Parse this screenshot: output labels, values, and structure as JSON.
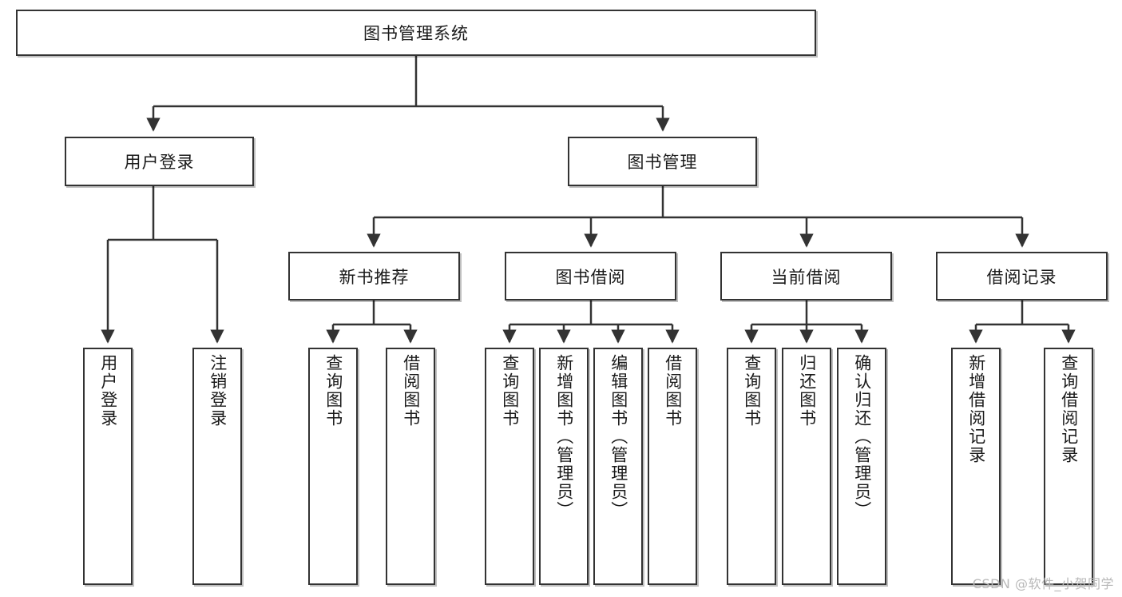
{
  "diagram": {
    "title_node": {
      "label": "图书管理系统"
    },
    "level2": [
      {
        "id": "user-login",
        "label": "用户登录"
      },
      {
        "id": "book-management",
        "label": "图书管理"
      }
    ],
    "level3": [
      {
        "id": "new-book-recommend",
        "label": "新书推荐"
      },
      {
        "id": "book-borrow",
        "label": "图书借阅"
      },
      {
        "id": "current-borrow",
        "label": "当前借阅"
      },
      {
        "id": "borrow-record",
        "label": "借阅记录"
      }
    ],
    "leaves": [
      {
        "id": "leaf-user-login",
        "label": "用户登录",
        "parent": "user-login"
      },
      {
        "id": "leaf-logout-login",
        "label": "注销登录",
        "parent": "user-login"
      },
      {
        "id": "leaf-query-book-1",
        "label": "查询图书",
        "parent": "new-book-recommend"
      },
      {
        "id": "leaf-borrow-book-1",
        "label": "借阅图书",
        "parent": "new-book-recommend"
      },
      {
        "id": "leaf-query-book-2",
        "label": "查询图书",
        "parent": "book-borrow"
      },
      {
        "id": "leaf-add-book",
        "label": "新增图书（管理员）",
        "parent": "book-borrow"
      },
      {
        "id": "leaf-edit-book",
        "label": "编辑图书（管理员）",
        "parent": "book-borrow"
      },
      {
        "id": "leaf-borrow-book-2",
        "label": "借阅图书",
        "parent": "book-borrow"
      },
      {
        "id": "leaf-query-book-3",
        "label": "查询图书",
        "parent": "current-borrow"
      },
      {
        "id": "leaf-return-book",
        "label": "归还图书",
        "parent": "current-borrow"
      },
      {
        "id": "leaf-confirm-return",
        "label": "确认归还（管理员）",
        "parent": "current-borrow"
      },
      {
        "id": "leaf-add-record",
        "label": "新增借阅记录",
        "parent": "borrow-record"
      },
      {
        "id": "leaf-query-record",
        "label": "查询借阅记录",
        "parent": "borrow-record"
      }
    ],
    "watermark": "CSDN @软件_小贺同学",
    "colors": {
      "stroke": "#333333",
      "background": "#ffffff",
      "text": "#1a1a1a",
      "watermark": "#b8b8b8"
    }
  }
}
